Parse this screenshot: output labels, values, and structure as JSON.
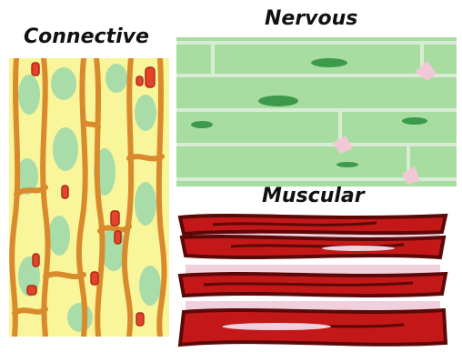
{
  "labels": {
    "connective": "Connective",
    "nervous": "Nervous",
    "muscular": "Muscular"
  },
  "colors": {
    "connective_bg": "#f8f59a",
    "connective_fiber": "#d98a2c",
    "connective_cell_green": "#a8dca8",
    "connective_cell_red": "#e2432a",
    "nervous_bg": "#a7dda0",
    "nervous_line": "#d8ecd4",
    "nervous_nucleus": "#3c9a4a",
    "nervous_pink": "#f2c8d6",
    "muscular_fiber": "#c41818",
    "muscular_dark": "#5a0808",
    "muscular_pink": "#f0d0dc"
  }
}
